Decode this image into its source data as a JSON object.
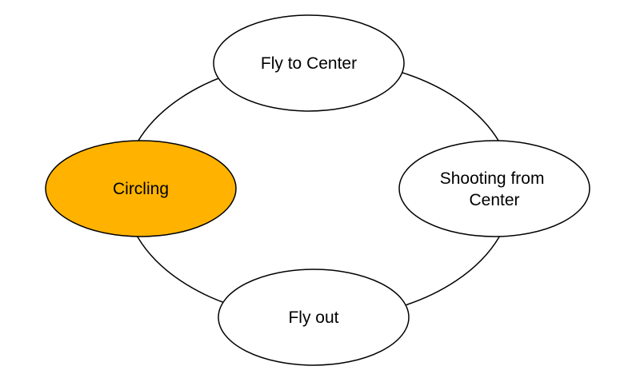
{
  "diagram": {
    "type": "cycle",
    "colors": {
      "background": "#ffffff",
      "stroke": "#000000",
      "node_fill": "#ffffff",
      "highlight_fill": "#ffb300"
    },
    "nodes": [
      {
        "id": "fly-to-center",
        "lines": [
          "Fly to Center"
        ],
        "highlighted": false
      },
      {
        "id": "shooting-from-center",
        "lines": [
          "Shooting from",
          "Center"
        ],
        "highlighted": false
      },
      {
        "id": "fly-out",
        "lines": [
          "Fly out"
        ],
        "highlighted": false
      },
      {
        "id": "circling",
        "lines": [
          "Circling"
        ],
        "highlighted": true
      }
    ],
    "edges": [
      {
        "from": "fly-to-center",
        "to": "shooting-from-center"
      },
      {
        "from": "shooting-from-center",
        "to": "fly-out"
      },
      {
        "from": "fly-out",
        "to": "circling"
      },
      {
        "from": "circling",
        "to": "fly-to-center"
      }
    ]
  }
}
